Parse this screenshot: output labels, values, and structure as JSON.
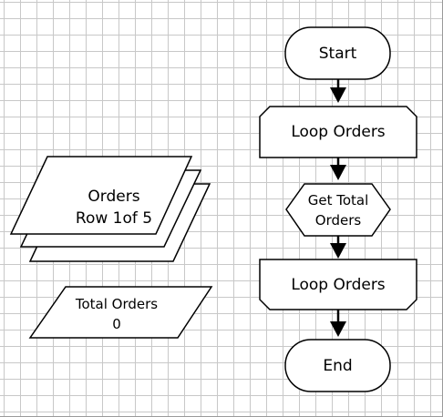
{
  "nodes": {
    "start": {
      "label": "Start"
    },
    "loop_orders_1": {
      "label": "Loop Orders"
    },
    "get_total_orders": {
      "label_line1": "Get Total",
      "label_line2": "Orders"
    },
    "loop_orders_2": {
      "label": "Loop Orders"
    },
    "end": {
      "label": "End"
    },
    "orders_data": {
      "label_line1": "Orders",
      "label_line2": "Row 1of 5"
    },
    "total_orders_data": {
      "label_line1": "Total Orders",
      "label_line2": "0"
    }
  },
  "colors": {
    "stroke": "#000000",
    "fill": "#ffffff",
    "grid": "#c8c8c8"
  }
}
